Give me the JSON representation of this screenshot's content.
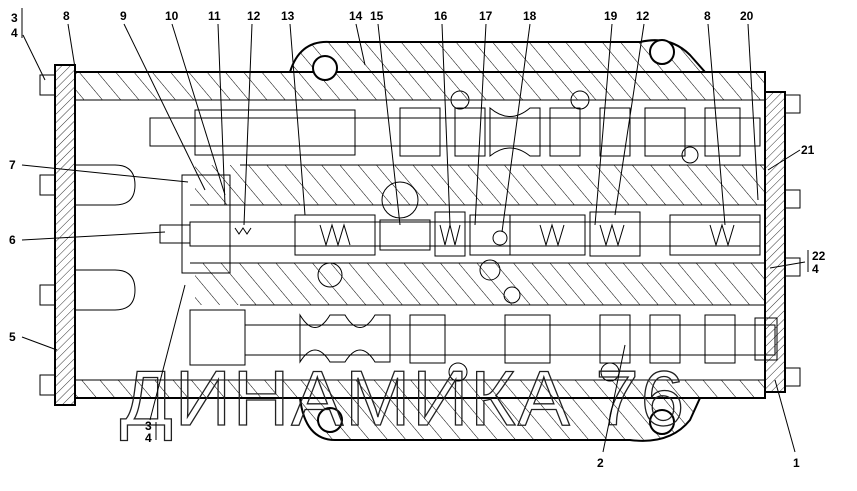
{
  "title": "Valve block section drawing",
  "watermark": "ДИНАМИКА 76",
  "callouts": {
    "top": [
      "8",
      "9",
      "10",
      "11",
      "12",
      "13",
      "14",
      "15",
      "16",
      "17",
      "18",
      "19",
      "12",
      "8",
      "20"
    ],
    "left_top_fraction": {
      "num": "3",
      "den": "4"
    },
    "left": [
      "7",
      "6",
      "5"
    ],
    "bottom_fraction": {
      "num": "3",
      "den": "4"
    },
    "right": [
      "21"
    ],
    "right_fraction": {
      "num": "22",
      "den": "4"
    },
    "bottom": [
      "2",
      "1"
    ]
  }
}
